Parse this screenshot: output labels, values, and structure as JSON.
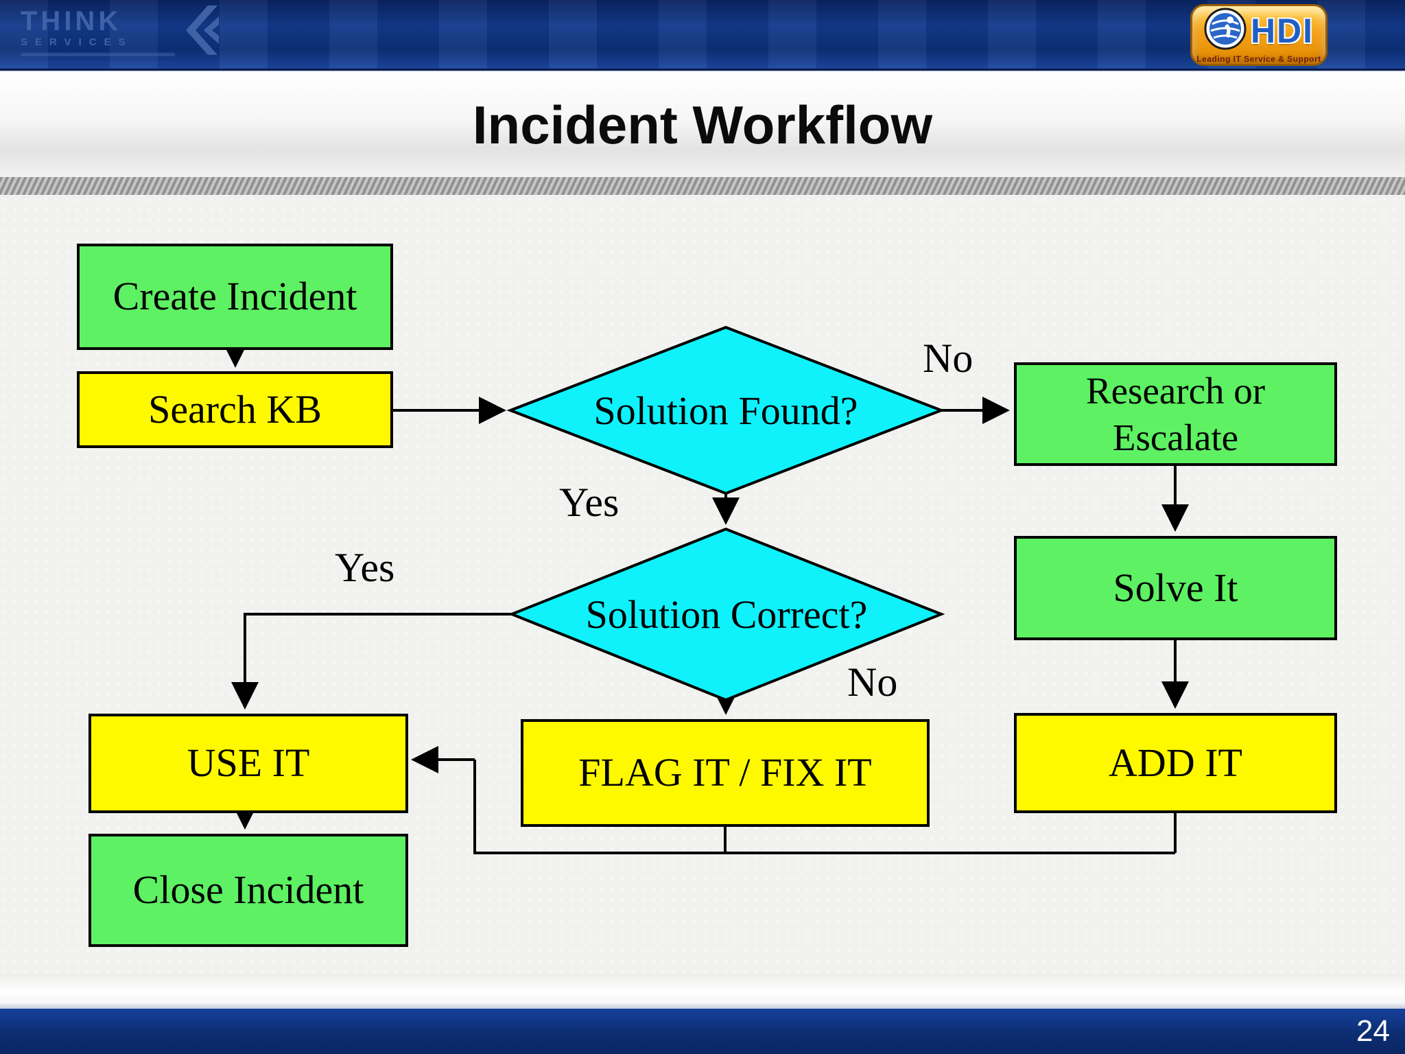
{
  "slide": {
    "title": "Incident Workflow",
    "page_number": "24"
  },
  "header": {
    "think_logo": {
      "title": "THINK",
      "subtitle": "SERVICES"
    },
    "hdi_logo": {
      "text": "HDI",
      "tagline": "Leading IT Service & Support"
    }
  },
  "flowchart": {
    "nodes": {
      "create_incident": {
        "label": "Create Incident",
        "shape": "process",
        "fill": "#5ef163"
      },
      "search_kb": {
        "label": "Search KB",
        "shape": "process",
        "fill": "#fff900"
      },
      "solution_found": {
        "label": "Solution Found?",
        "shape": "decision",
        "fill": "#0ff2fb"
      },
      "research_escalate": {
        "label_line1": "Research or",
        "label_line2": "Escalate",
        "shape": "process",
        "fill": "#5ef163"
      },
      "solve_it": {
        "label": "Solve It",
        "shape": "process",
        "fill": "#5ef163"
      },
      "solution_correct": {
        "label": "Solution Correct?",
        "shape": "decision",
        "fill": "#0ff2fb"
      },
      "use_it": {
        "label": "USE IT",
        "shape": "process",
        "fill": "#fff900"
      },
      "flag_fix_it": {
        "label": "FLAG IT / FIX IT",
        "shape": "process",
        "fill": "#fff900"
      },
      "add_it": {
        "label": "ADD IT",
        "shape": "process",
        "fill": "#fff900"
      },
      "close_incident": {
        "label": "Close Incident",
        "shape": "process",
        "fill": "#5ef163"
      }
    },
    "edge_labels": {
      "found_no": "No",
      "found_yes": "Yes",
      "correct_yes": "Yes",
      "correct_no": "No"
    }
  },
  "colors": {
    "process_green": "#5ef163",
    "process_yellow": "#fff900",
    "decision_cyan": "#0ff2fb",
    "connector_black": "#000000",
    "header_navy": "#123a8c",
    "hdi_badge_orange": "#f5a31a"
  }
}
